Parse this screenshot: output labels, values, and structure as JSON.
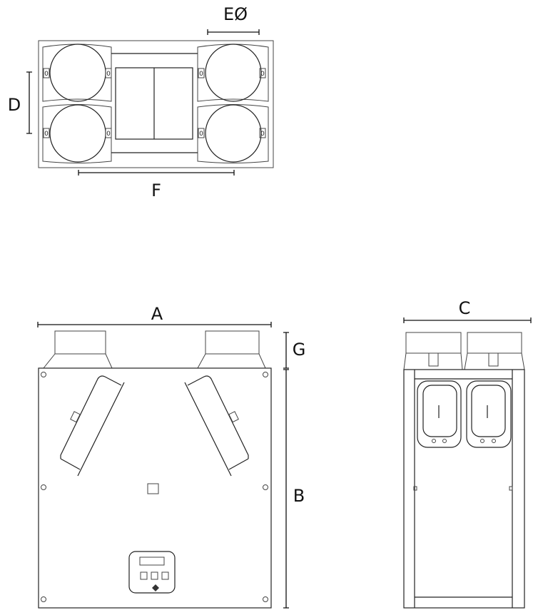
{
  "dimensions": {
    "A": "A",
    "B": "B",
    "C": "C",
    "D": "D",
    "E": "EØ",
    "F": "F",
    "G": "G"
  },
  "top_view": {
    "clamp_tab_label": "0"
  },
  "colors": {
    "line": "#222222",
    "background": "#ffffff"
  }
}
